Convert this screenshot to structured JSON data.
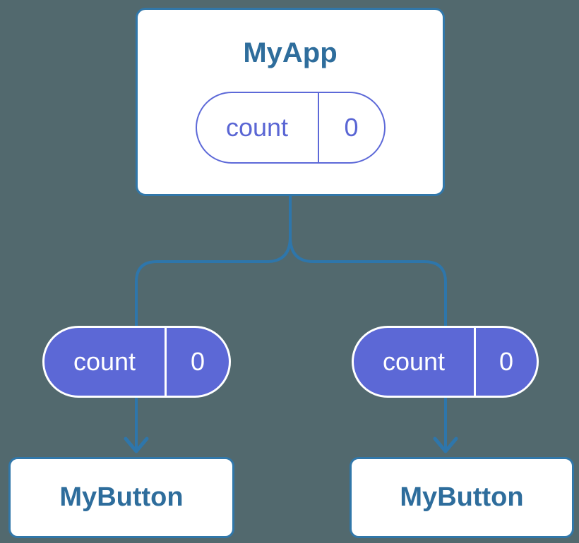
{
  "theme": {
    "background": "#52696e",
    "connector_blue": "#2e76ab",
    "node_border_blue": "#3177a9",
    "node_text_blue": "#2e6d9c",
    "node_fill": "#ffffff",
    "prop_purple": "#5c68d6",
    "prop_purple_border": "#5d69d8",
    "prop_purple_text": "#5a66d4",
    "white": "#ffffff"
  },
  "diagram": {
    "root_node": {
      "title": "MyApp",
      "prop": {
        "name": "count",
        "value": "0"
      }
    },
    "child_props": [
      {
        "name": "count",
        "value": "0"
      },
      {
        "name": "count",
        "value": "0"
      }
    ],
    "child_nodes": [
      {
        "title": "MyButton"
      },
      {
        "title": "MyButton"
      }
    ]
  }
}
